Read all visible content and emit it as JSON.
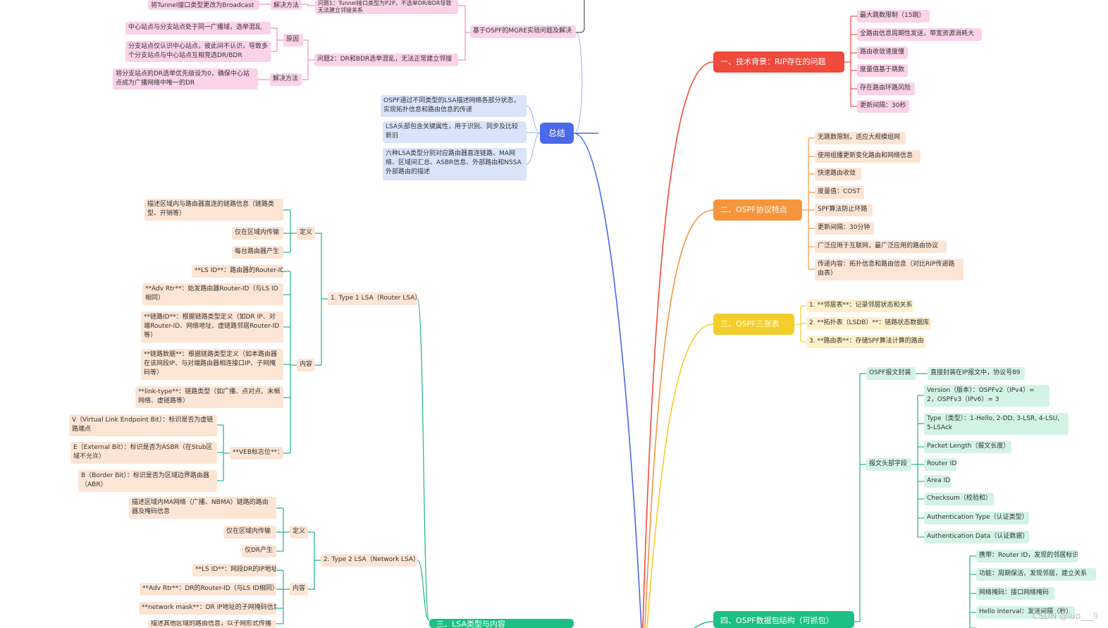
{
  "root": {
    "label": "总结"
  },
  "colors": {
    "root": "#4a69e8",
    "red": "#f04a3c",
    "orange": "#f6953b",
    "yellow": "#f3cd2a",
    "green": "#1dbf85",
    "pink": "#f38fc9",
    "blue_line": "#aabbf0",
    "teal": "#20b487"
  },
  "left_top": {
    "sol_top": "将Tunnel接口类型更改为Broadcast",
    "sol_top_tag": "解决方法",
    "issue1": "问题1：Tunnel接口类型为P2P，不选举DR/BDR导致无法建立邻接关系",
    "reason1": "中心站点与分支站点处于同一广播域，选举混乱",
    "reason2": "分支站点仅认识中心站点，彼此间不认识，导致多个分支站点与中心站点互相竞选DR/BDR",
    "reason_tag": "原因",
    "issue2": "问题2：DR和BDR选举混乱，无法正常建立邻接",
    "sol2": "将分支站点的DR选举优先级设为0，确保中心站点成为广播网络中唯一的DR",
    "sol2_tag": "解决方法",
    "branch": "基于OSPF的MGRE实验问题及解决"
  },
  "summary": [
    "OSPF通过不同类型的LSA描述网络各部分状态，实现拓扑信息和路由信息的传递",
    "LSA头部包含关键属性，用于识别、同步及比较新旧",
    "六种LSA类型分别对应路由器直连链路、MA网络、区域间汇总、ASBR信息、外部路由和NSSA外部路由的描述"
  ],
  "lsa": {
    "type1": "1. Type 1 LSA（Router LSA）",
    "def_tag": "定义",
    "content_tag": "内容",
    "t1_def": [
      "描述区域内与路由器直连的链路信息（链路类型、开销等）",
      "仅在区域内传输",
      "每台路由器产生"
    ],
    "t1_content": [
      "**LS ID**：路由器的Router-ID",
      "**Adv Rtr**：始发路由器Router-ID（与LS ID相同）",
      "**链路ID**：根据链路类型定义（如DR IP、对端Router-ID、网络地址、虚链路邻居Router-ID等）",
      "**链路数据**：根据链路类型定义（如本路由器在该网段IP、与对端路由器相连接口IP、子网掩码等）",
      "**link-type**：链路类型（如广播、点对点、末梢网络、虚链路等）"
    ],
    "veb_tag": "**VEB标志位**：",
    "veb": [
      "V（Virtual Link Endpoint Bit）：标识是否为虚链路端点",
      "E（External Bit）：标识是否为ASBR（在Stub区域不允许）",
      "B（Border Bit）：标识是否为区域边界路由器（ABR）"
    ],
    "type2": "2. Type 2 LSA（Network LSA）",
    "t2_def": [
      "描述区域内MA网络（广播、NBMA）链路的路由器及掩码信息",
      "仅在区域内传输",
      "仅DR产生"
    ],
    "t2_content": [
      "**LS ID**：网段DR的IP地址",
      "**Adv Rtr**：DR的Router-ID（与LS ID相同）",
      "**network mask**：DR IP地址的子网掩码信息"
    ],
    "t2_partial": "描述其他区域的路由信息，以子网形式传播"
  },
  "sec1": {
    "title": "一、技术背景：RIP存在的问题",
    "items": [
      "最大跳数限制（15跳）",
      "全路由信息周期性发送，带宽资源消耗大",
      "路由收敛速度慢",
      "度量值基于跳数",
      "存在路由环路风险",
      "更新间隔：30秒"
    ]
  },
  "sec2": {
    "title": "二、OSPF协议特点",
    "items": [
      "无跳数限制，适应大规模组网",
      "使用组播更新变化路由和网络信息",
      "快速路由收敛",
      "度量值：COST",
      "SPF算法防止环路",
      "更新间隔：30分钟",
      "广泛应用于互联网，最广泛应用的路由协议",
      "传递内容：拓扑信息和路由信息（对比RIP传递路由表）"
    ]
  },
  "sec3": {
    "title": "三、OSPF三张表",
    "items": [
      "1. **邻居表**：记录邻居状态和关系",
      "2. **拓扑表（LSDB）**：链路状态数据库",
      "3. **路由表**：存储SPF算法计算的路由"
    ]
  },
  "sec4": {
    "title": "四、OSPF数据包结构（可抓包）",
    "encap": "OSPF报文封装",
    "encap_val": "直接封装在IP报文中，协议号89",
    "header": "报文头部字段",
    "fields": [
      "Version（版本）：OSPFv2（IPv4）= 2，OSPFv3（IPv6）= 3",
      "Type（类型）：1-Hello, 2-DD, 3-LSR, 4-LSU, 5-LSAck",
      "Packet Length（报文长度）",
      "Router ID",
      "Area ID",
      "Checksum（校验和）",
      "Authentication Type（认证类型）",
      "Authentication Data（认证数据）"
    ],
    "hello": [
      "携带：Router ID，发现的邻居标识",
      "功能：周期保活，发现邻居，建立关系",
      "网络掩码：接口网络掩码",
      "Hello Interval：发送间隔（秒）"
    ]
  },
  "bottom_green": "三、LSA类型与内容",
  "watermark": "CSDN @luo___li"
}
